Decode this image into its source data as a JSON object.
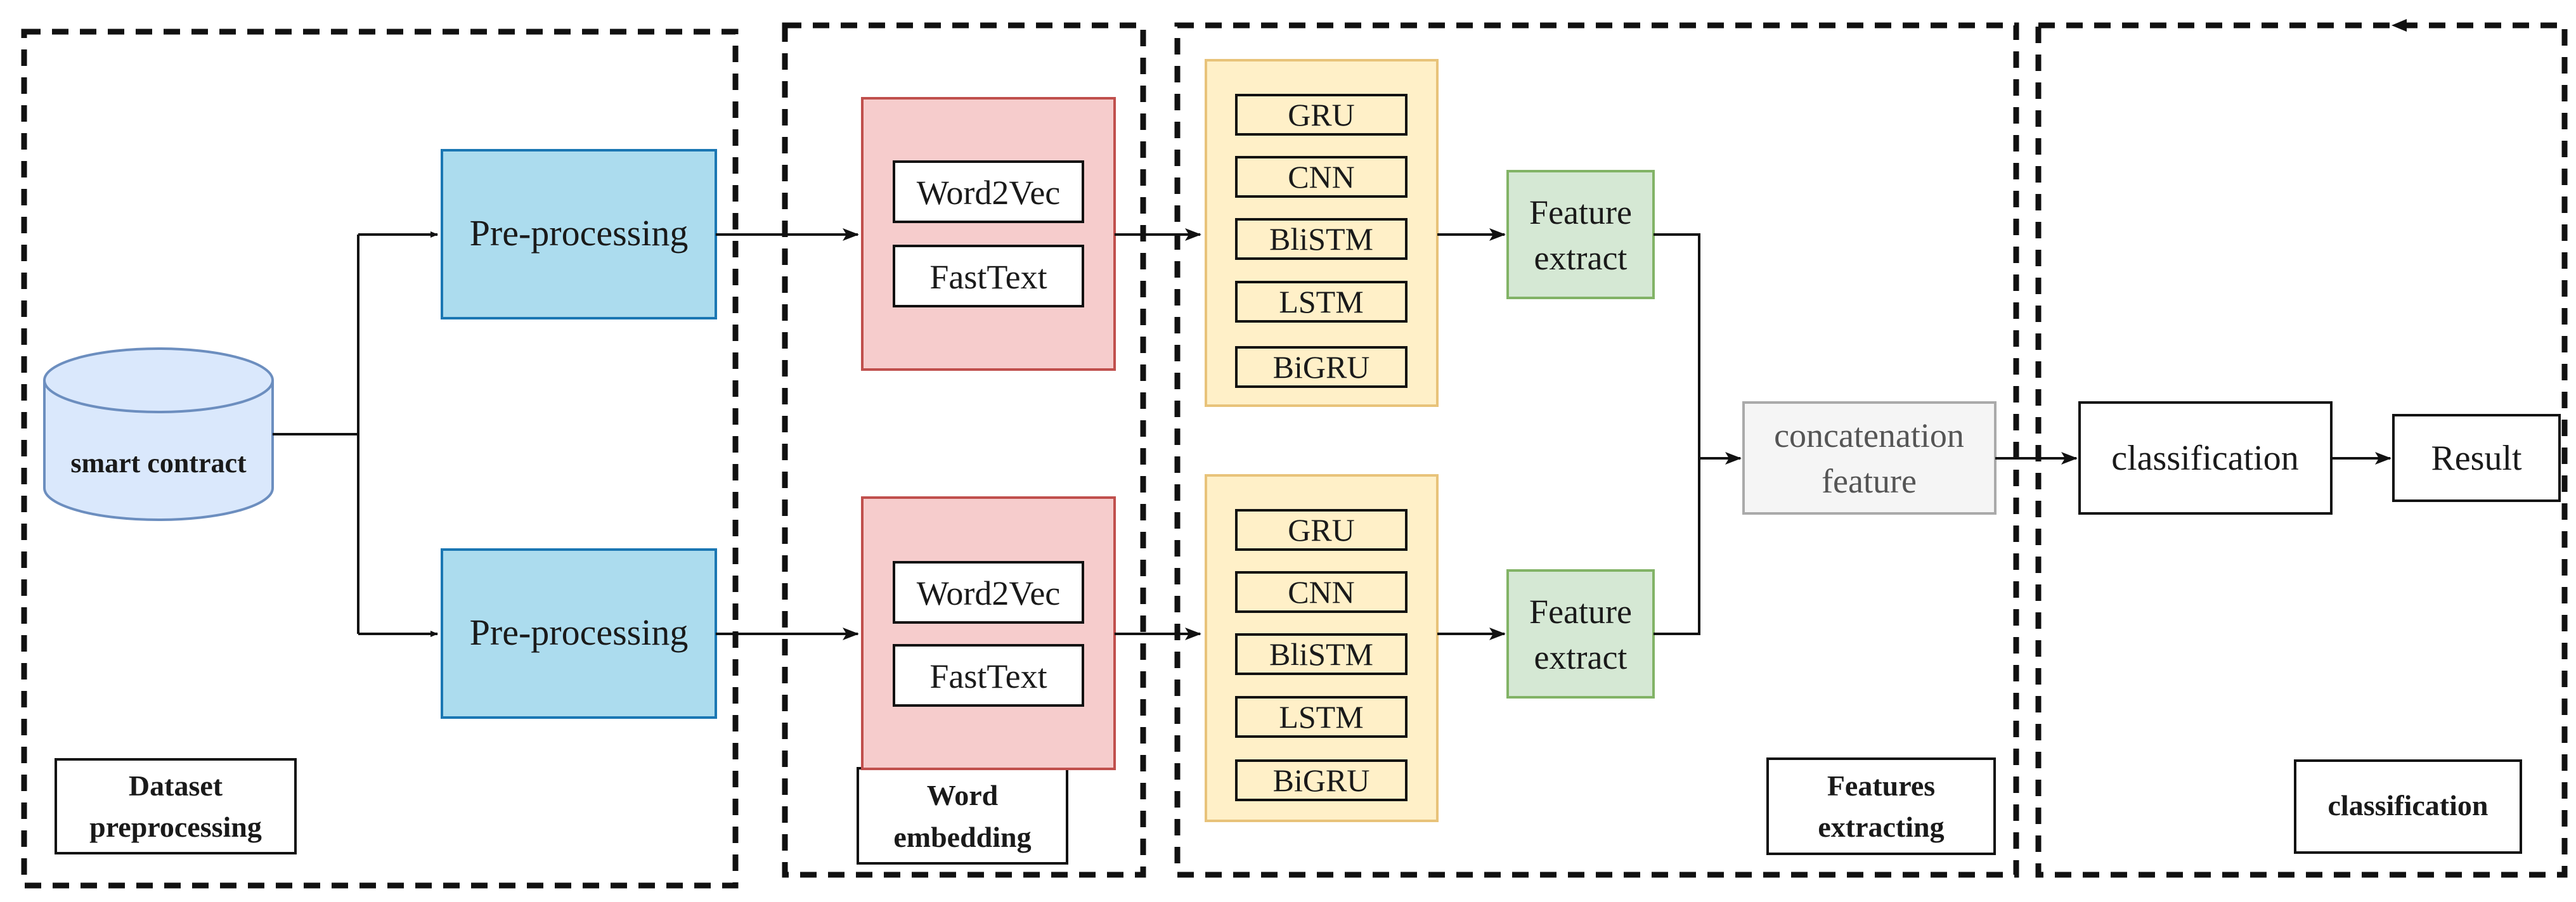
{
  "sections": {
    "dataset_preprocessing": [
      "Dataset",
      "preprocessing"
    ],
    "word_embedding": [
      "Word",
      "embedding"
    ],
    "features_extracting": [
      "Features",
      "extracting"
    ],
    "classification": "classification"
  },
  "source": "smart contract",
  "preprocess": {
    "top": "Pre-processing",
    "bottom": "Pre-processing"
  },
  "embedding": {
    "top": [
      "Word2Vec",
      "FastText"
    ],
    "bottom": [
      "Word2Vec",
      "FastText"
    ]
  },
  "models": {
    "top": [
      "GRU",
      "CNN",
      "BliSTM",
      "LSTM",
      "BiGRU"
    ],
    "bottom": [
      "GRU",
      "CNN",
      "BliSTM",
      "LSTM",
      "BiGRU"
    ]
  },
  "feature_extract": {
    "top": [
      "Feature",
      "extract"
    ],
    "bottom": [
      "Feature",
      "extract"
    ]
  },
  "concat": [
    "concatenation",
    "feature"
  ],
  "classifier": "classification",
  "result": "Result",
  "colors": {
    "preprocess_fill": "#acdcee",
    "preprocess_stroke": "#1b77b3",
    "embedding_fill": "#f6cccc",
    "embedding_stroke": "#c0504d",
    "models_fill": "#fff0c8",
    "models_stroke": "#e8c37a",
    "feature_fill": "#d5e8d4",
    "feature_stroke": "#82b366",
    "concat_fill": "#f5f5f5",
    "concat_stroke": "#aaaaaa",
    "cylinder_fill": "#dae8fc",
    "cylinder_stroke": "#6c8ebf"
  }
}
